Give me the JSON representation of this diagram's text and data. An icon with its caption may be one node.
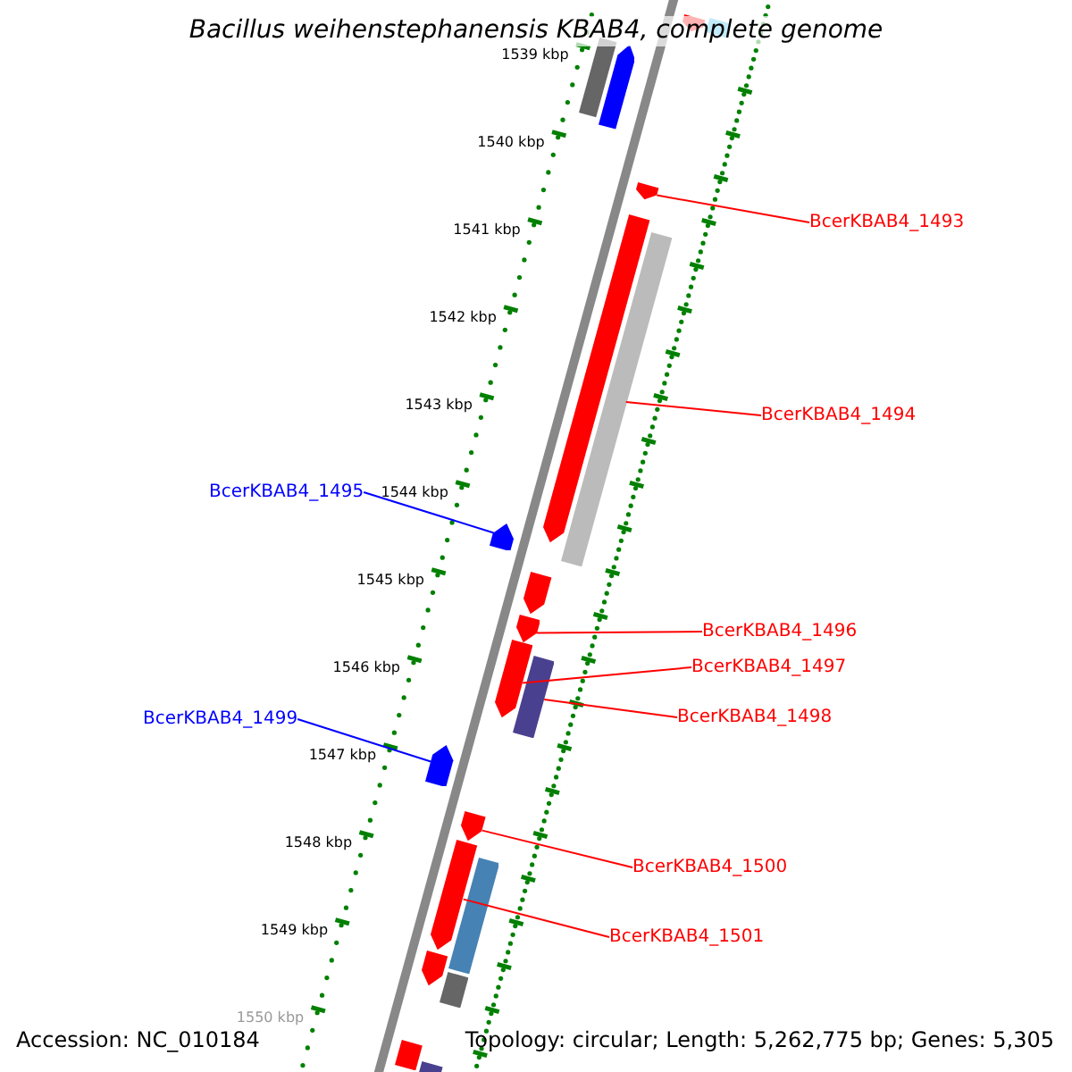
{
  "diagram": {
    "title": "Bacillus weihenstephanensis KBAB4, complete genome",
    "nodes": [
      {
        "text": [
          "BcerKBAB4_1493"
        ]
      },
      {
        "text": [
          "BcerKBAB4_1494"
        ]
      },
      {
        "text": [
          "BcerKBAB4_1495"
        ]
      },
      {
        "text": [
          "BcerKBAB4_1496"
        ]
      },
      {
        "text": [
          "BcerKBAB4_1497"
        ]
      },
      {
        "text": [
          "BcerKBAB4_1498"
        ]
      },
      {
        "text": [
          "BcerKBAB4_1499"
        ]
      },
      {
        "text": [
          "BcerKBAB4_1500"
        ]
      },
      {
        "text": [
          "BcerKBAB4_1501"
        ]
      },
      {
        "text": [],
        "shape": "bar"
      },
      {
        "text": [],
        "shape": "bar"
      },
      {
        "text": [],
        "shape": "bar"
      },
      {
        "text": [],
        "shape": "bar"
      },
      {
        "text": [],
        "shape": "bar"
      },
      {
        "text": [],
        "shape": "bar"
      },
      {
        "text": [],
        "shape": "bar"
      },
      {
        "text": [],
        "shape": "bar"
      },
      {
        "text": [],
        "shape": "bar"
      },
      {
        "text": [],
        "shape": "bar"
      },
      {
        "text": [],
        "shape": "bar"
      },
      {
        "text": [],
        "shape": "bar"
      },
      {
        "text": [],
        "shape": "bar"
      },
      {
        "text": [],
        "shape": "bar"
      },
      {
        "text": [],
        "shape": "bar"
      },
      {
        "text": [],
        "shape": "bar"
      },
      {
        "text": [],
        "shape": "bar"
      },
      {
        "text": [],
        "shape": "bar"
      },
      {
        "text": [],
        "shape": "bar"
      },
      {
        "text": [],
        "shape": "bar"
      }
    ],
    "edges": [
      {
        "from": 0,
        "to": 9,
        "arrow": "none"
      },
      {
        "from": 1,
        "to": 10,
        "arrow": "none"
      },
      {
        "from": 2,
        "to": 11,
        "arrow": "none",
        "color": "#0000ff"
      },
      {
        "from": 3,
        "to": 12,
        "arrow": "none"
      },
      {
        "from": 4,
        "to": 13,
        "arrow": "none"
      },
      {
        "from": 5,
        "to": 14,
        "arrow": "none"
      },
      {
        "from": 6,
        "to": 15,
        "arrow": "none",
        "color": "#0000ff"
      },
      {
        "from": 7,
        "to": 16,
        "arrow": "none"
      },
      {
        "from": 8,
        "to": 17,
        "arrow": "none"
      }
    ],
    "labels": [
      "1539 kbp",
      "1540 kbp",
      "1541 kbp",
      "1542 kbp",
      "1543 kbp",
      "1544 kbp",
      "1545 kbp",
      "1546 kbp",
      "1547 kbp",
      "1548 kbp",
      "1549 kbp",
      "1550 kbp",
      "Accession: NC_010184",
      "Topology: circular; Length: 5,262,775 bp; Genes: 5,305"
    ]
  }
}
